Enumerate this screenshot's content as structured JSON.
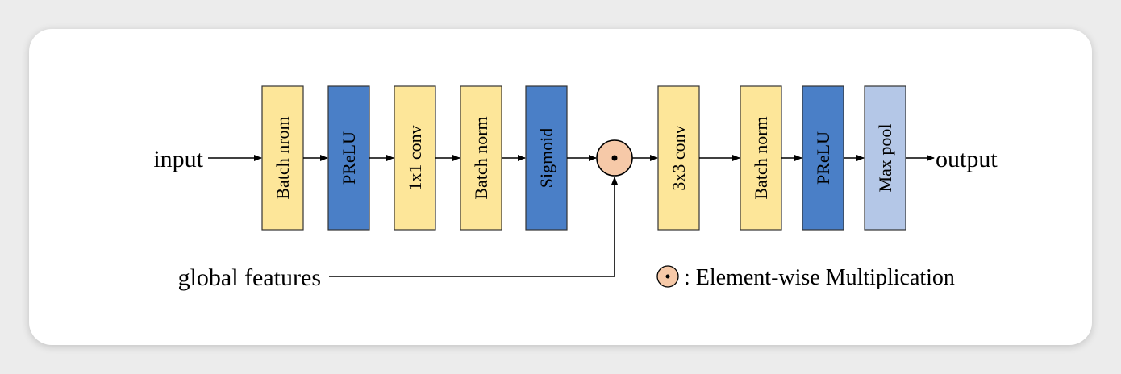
{
  "diagram": {
    "input_label": "input",
    "output_label": "output",
    "global_features_label": "global features",
    "legend_text": ": Element-wise Multiplication",
    "colors": {
      "yellow": "#fde699",
      "blue": "#4a7fc7",
      "light_blue": "#b4c7e7",
      "operator": "#f6c9a8"
    },
    "blocks": [
      {
        "label": "Batch nrom",
        "color": "yellow"
      },
      {
        "label": "PReLU",
        "color": "blue"
      },
      {
        "label": "1x1 conv",
        "color": "yellow"
      },
      {
        "label": "Batch norm",
        "color": "yellow"
      },
      {
        "label": "Sigmoid",
        "color": "blue"
      },
      {
        "label": "3x3 conv",
        "color": "yellow"
      },
      {
        "label": "Batch norm",
        "color": "yellow"
      },
      {
        "label": "PReLU",
        "color": "blue"
      },
      {
        "label": "Max pool",
        "color": "light_blue"
      }
    ],
    "operator_icon": "element-wise-multiplication-icon"
  }
}
